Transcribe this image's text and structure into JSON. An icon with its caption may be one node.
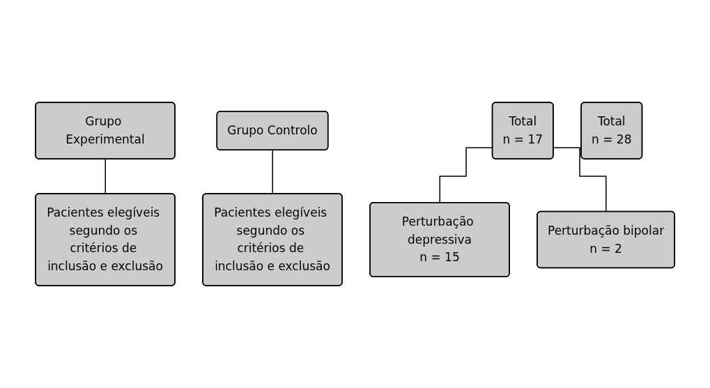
{
  "diagram": {
    "nodes": [
      {
        "text": [
          "Grupo Experimental"
        ]
      },
      {
        "text": [
          "Grupo Controlo"
        ]
      },
      {
        "text": [
          "Pacientes elegíveis segundo os critérios de inclusão e exclusão"
        ]
      },
      {
        "text": [
          "Total",
          "n = 17"
        ]
      },
      {
        "text": [
          "Pacientes elegíveis segundo os critérios de inclusão e exclusão"
        ]
      },
      {
        "text": [
          "Total",
          "n = 28"
        ]
      },
      {
        "text": [
          "Perturbação depressiva",
          "n = 15"
        ]
      },
      {
        "text": [
          "Perturbação bipolar",
          "n = 2"
        ]
      }
    ],
    "edges": [
      {
        "from": 0,
        "to": 2,
        "arrow": "none"
      },
      {
        "from": 3,
        "to": 6,
        "arrow": "none"
      },
      {
        "from": 3,
        "to": 7,
        "arrow": "none"
      },
      {
        "from": 1,
        "to": 4,
        "arrow": "none"
      }
    ]
  }
}
